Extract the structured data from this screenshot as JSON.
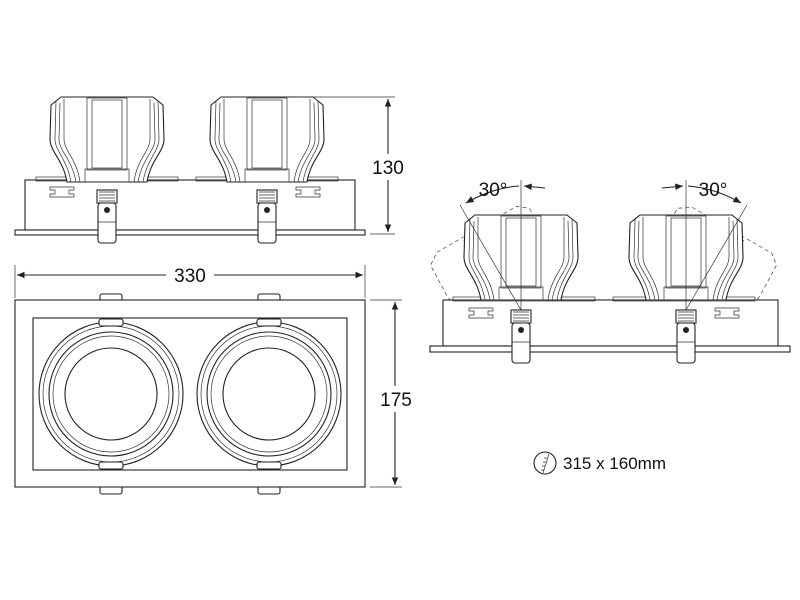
{
  "dimensions": {
    "height": "130",
    "width": "330",
    "depth": "175",
    "tilt_left": "30°",
    "tilt_right": "30°"
  },
  "cutout": {
    "icon": "cutout-saw-icon",
    "label": "315 x 160mm"
  }
}
